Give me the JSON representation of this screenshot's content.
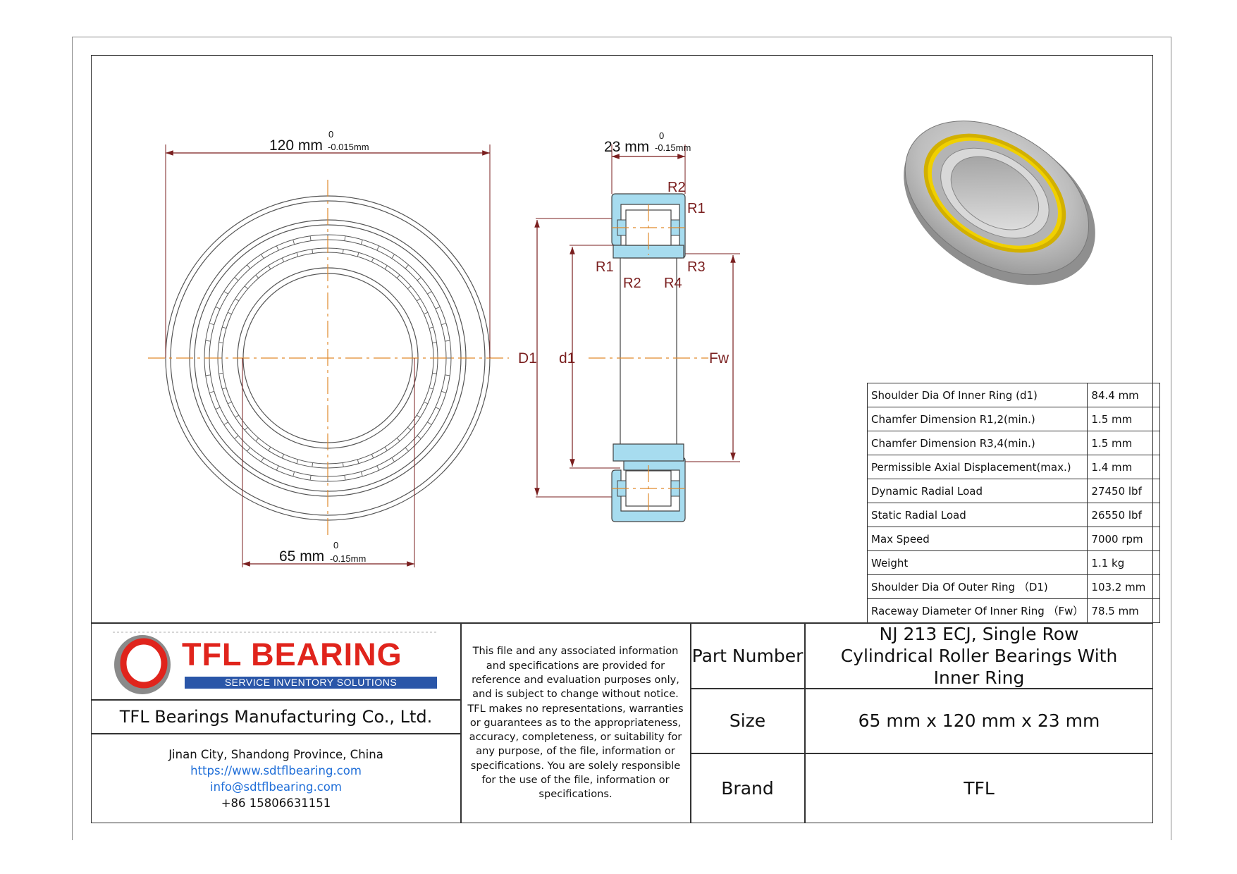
{
  "drawing": {
    "outer_diameter_label": "120 mm",
    "outer_tol_upper": "0",
    "outer_tol_lower": "-0.015mm",
    "bore_label": "65 mm",
    "bore_tol_upper": "0",
    "bore_tol_lower": "-0.15mm",
    "width_label": "23 mm",
    "width_tol_upper": "0",
    "width_tol_lower": "-0.15mm",
    "d1_label": "D1",
    "d_label": "d1",
    "fw_label": "Fw",
    "r1": "R1",
    "r2": "R2",
    "r3": "R3",
    "r4": "R4",
    "colors": {
      "dimension": "#7a1f1f",
      "centerline": "#e08a2c",
      "section_fill": "#a7dcef",
      "cage": "#d9b200"
    }
  },
  "specs": [
    {
      "label": "Shoulder Dia Of Inner Ring (d1)",
      "value": "84.4 mm"
    },
    {
      "label": "Chamfer Dimension R1,2(min.)",
      "value": "1.5 mm"
    },
    {
      "label": "Chamfer Dimension R3,4(min.)",
      "value": "1.5 mm"
    },
    {
      "label": "Permissible Axial Displacement(max.)",
      "value": "1.4 mm"
    },
    {
      "label": "Dynamic Radial Load",
      "value": "27450 lbf"
    },
    {
      "label": "Static Radial Load",
      "value": "26550 lbf"
    },
    {
      "label": "Max Speed",
      "value": "7000 rpm"
    },
    {
      "label": "Weight",
      "value": "1.1 kg"
    },
    {
      "label": "Shoulder Dia Of Outer Ring （D1)",
      "value": "103.2 mm"
    },
    {
      "label": "Raceway Diameter Of Inner Ring （Fw）",
      "value": "78.5 mm"
    }
  ],
  "logo": {
    "brand_text": "TFL BEARING",
    "tagline": "SERVICE INVENTORY SOLUTIONS",
    "colors": {
      "red": "#e0241c",
      "blue": "#2a56a8"
    }
  },
  "company": {
    "name": "TFL Bearings Manufacturing Co., Ltd.",
    "address": "Jinan City, Shandong Province, China",
    "website": "https://www.sdtflbearing.com",
    "email": "info@sdtflbearing.com",
    "phone": "+86 15806631151"
  },
  "disclaimer": "This file and any associated information and specifications are provided for reference and evaluation purposes only, and is subject to change without notice. TFL makes no representations, warranties or guarantees as to the appropriateness, accuracy, completeness, or suitability for any purpose, of the file, information or specifications.  You are solely responsible for the use of the file, information or specifications.",
  "title_block": {
    "part_number_label": "Part Number",
    "part_number_value": "NJ 213 ECJ, Single Row Cylindrical Roller Bearings With Inner Ring",
    "size_label": "Size",
    "size_value": "65 mm x 120 mm x 23 mm",
    "brand_label": "Brand",
    "brand_value": "TFL"
  }
}
